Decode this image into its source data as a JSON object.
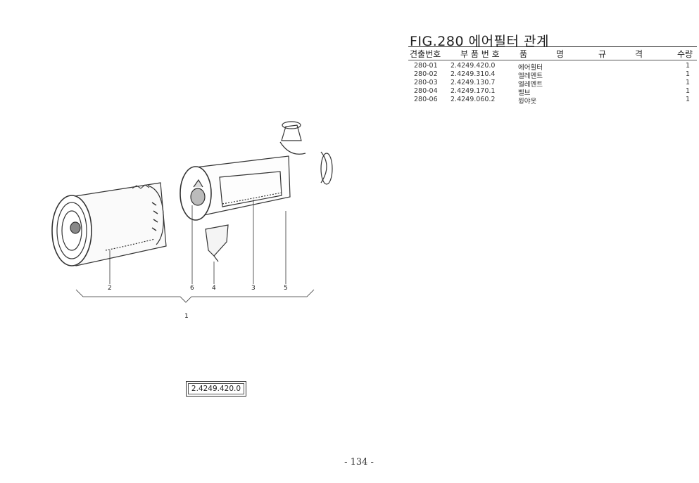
{
  "figure": {
    "title": "FIG.280 에어필터 관계"
  },
  "table": {
    "headers": {
      "ref": "견출번호",
      "part_no": "부 품 번 호",
      "name_a": "품",
      "name_b": "명",
      "spec_a": "규",
      "spec_b": "격",
      "qty": "수량"
    },
    "rows": [
      {
        "ref": "280-01",
        "part_no": "2.4249.420.0",
        "name": "에어휠터",
        "qty": "1"
      },
      {
        "ref": "280-02",
        "part_no": "2.4249.310.4",
        "name": "엘레멘트",
        "qty": "1"
      },
      {
        "ref": "280-03",
        "part_no": "2.4249.130.7",
        "name": "엘레멘트",
        "qty": "1"
      },
      {
        "ref": "280-04",
        "part_no": "2.4249.170.1",
        "name": "벨브",
        "qty": "1"
      },
      {
        "ref": "280-06",
        "part_no": "2.4249.060.2",
        "name": "윙야옷",
        "qty": "1"
      }
    ]
  },
  "callouts": [
    "2",
    "6",
    "4",
    "3",
    "5",
    "1"
  ],
  "assembly_part_number": "2.4249.420.0",
  "page_number": "- 134 -"
}
